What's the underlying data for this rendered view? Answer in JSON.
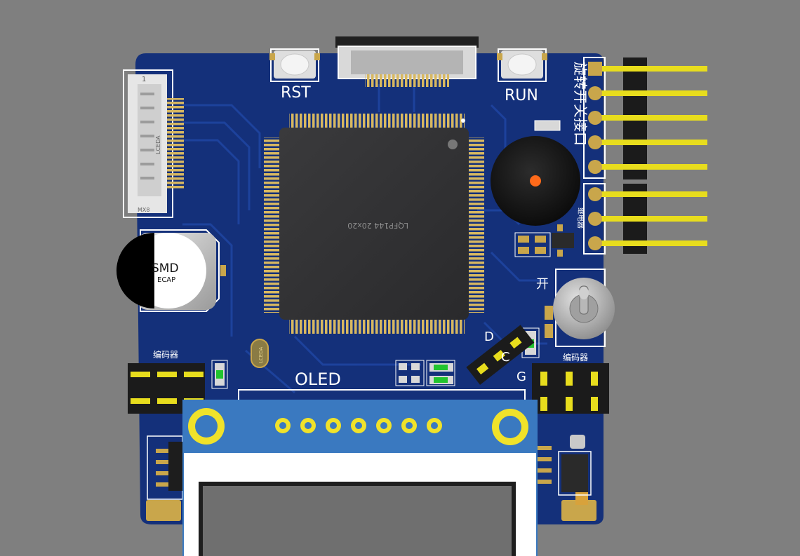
{
  "scene": {
    "background_color": "#7f7f7f",
    "board_color": "#14307a",
    "trace_color": "#1c3f95",
    "pad_color": "#c9a64b",
    "header_pin_color": "#e8dd1d",
    "oled_module_color": "#3a79c0",
    "oled_screen_color": "#6f6f6f"
  },
  "labels": {
    "rst": "RST",
    "run": "RUN",
    "rotary_interface": "旋转开关接口",
    "relay": "继电器",
    "switch_on": "开",
    "encoder_left": "编码器",
    "encoder_right": "编码器",
    "oled": "OLED",
    "chip_marking": "LQFP144 20x20",
    "cap_line1": "SMD",
    "cap_line2": "ECAP",
    "connector_pin1": "1",
    "connector_brand": "LCEDA",
    "connector_model": "MX8",
    "crystal_brand": "LCEDA",
    "dcg_d": "D",
    "dcg_c": "C",
    "dcg_g": "G"
  }
}
